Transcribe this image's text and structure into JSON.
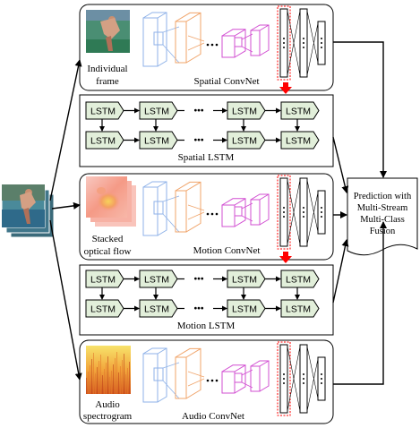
{
  "input": {
    "icon": "stacked-video-frames"
  },
  "spatial": {
    "name": "Spatial ConvNet",
    "input_label_1": "Individual",
    "input_label_2": "frame",
    "input_icon": "video-frame-thumbnail"
  },
  "spatial_lstm": {
    "name": "Spatial LSTM"
  },
  "motion": {
    "name": "Motion ConvNet",
    "input_label_1": "Stacked",
    "input_label_2": "optical flow",
    "input_icon": "optical-flow-stack"
  },
  "motion_lstm": {
    "name": "Motion LSTM"
  },
  "audio": {
    "name": "Audio ConvNet",
    "input_label_1": "Audio",
    "input_label_2": "spectrogram",
    "input_icon": "spectrogram"
  },
  "lstm_cell_label": "LSTM",
  "ellipsis": "•••",
  "fusion": {
    "line1": "Prediction with",
    "line2": "Multi-Stream",
    "line3": "Multi-Class",
    "line4": "Fusion"
  },
  "colors": {
    "lstm_fill": "#e2efda",
    "feature_arrow": "#ff0000",
    "conv_blue": "#8fb2e8",
    "conv_orange": "#f0a46a",
    "conv_magenta": "#d24fd2"
  }
}
